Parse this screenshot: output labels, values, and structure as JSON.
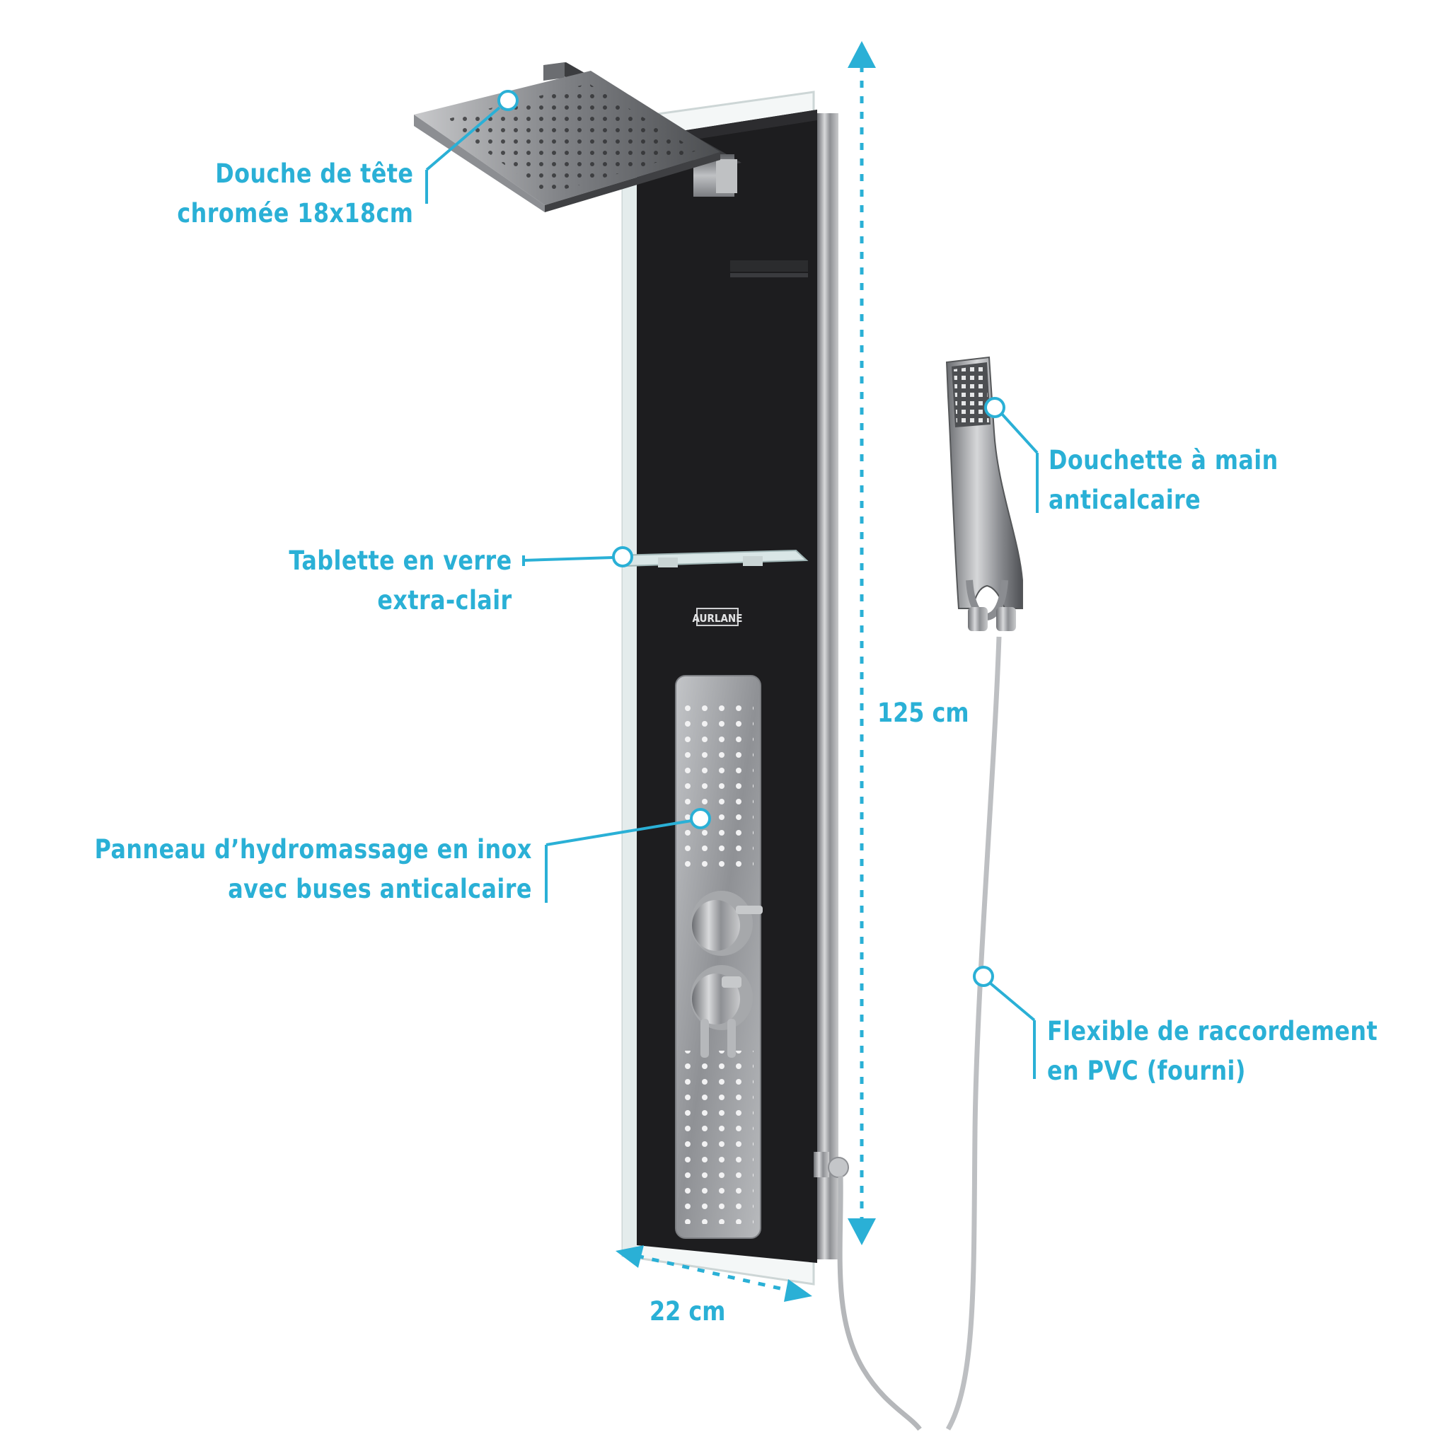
{
  "colors": {
    "accent": "#2ab0d6",
    "panel": "#1d1d1f",
    "chrome": "#9a9ca0"
  },
  "callouts": {
    "head_shower": [
      "Douche de tête",
      "chromée 18x18cm"
    ],
    "shelf": [
      "Tablette en verre",
      "extra-clair"
    ],
    "hydromassage": [
      "Panneau d’hydromassage en inox",
      "avec buses anticalcaire"
    ],
    "hand_shower": [
      "Douchette à main",
      "anticalcaire"
    ],
    "hose": [
      "Flexible de raccordement",
      "en PVC (fourni)"
    ]
  },
  "dimensions": {
    "height": "125 cm",
    "width": "22 cm"
  },
  "brand": "AURLANE"
}
